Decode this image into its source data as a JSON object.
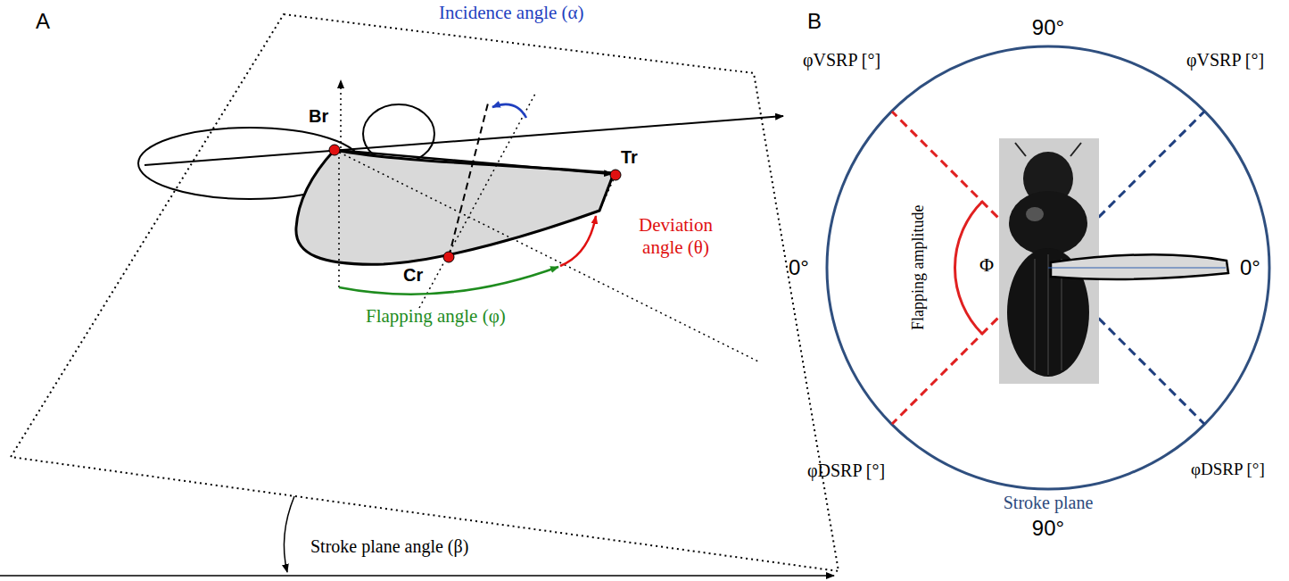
{
  "diagram": {
    "labels": [
      "A",
      "Incidence angle (α)",
      "Br",
      "Cr",
      "Tr",
      "Deviation angle (θ)",
      "Flapping angle (φ)",
      "Stroke plane angle (β)",
      "B",
      "90°",
      "φVSRP [°]",
      "φVSRP [°]",
      "0°",
      "Φ",
      "Flapping amplitude",
      "0°",
      "φDSRP [°]",
      "φDSRP [°]",
      "Stroke plane",
      "90°"
    ]
  }
}
